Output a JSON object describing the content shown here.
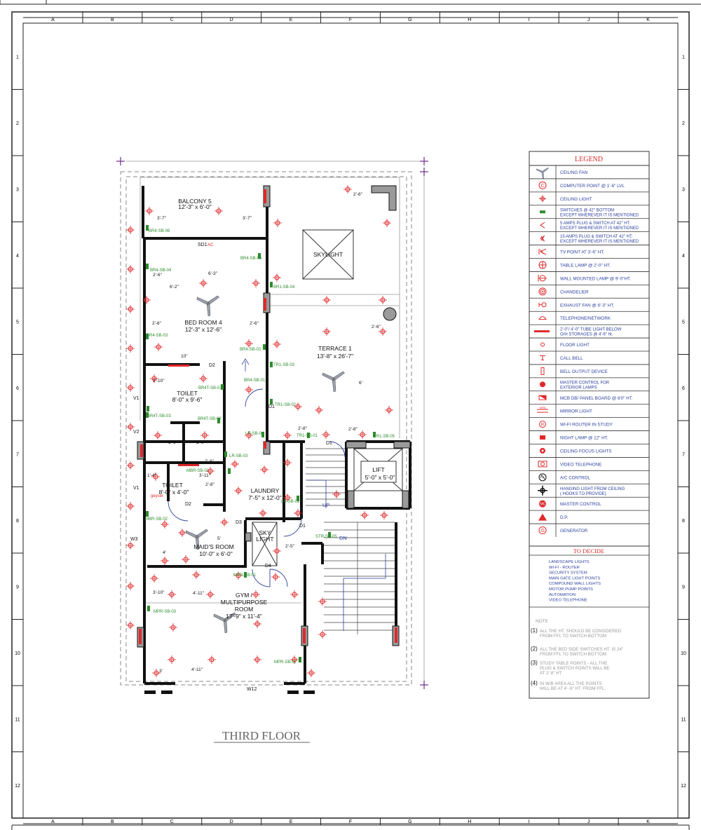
{
  "columns": [
    "A",
    "B",
    "C",
    "D",
    "E",
    "F",
    "G",
    "H",
    "I",
    "J",
    "K"
  ],
  "rows": [
    "1",
    "2",
    "3",
    "4",
    "5",
    "6",
    "7",
    "8",
    "9",
    "10",
    "11",
    "12"
  ],
  "sheet_title": "THIRD FLOOR",
  "rooms": {
    "balcony5": {
      "name": "BALCONY 5",
      "size": "12'-3\" x 6'-0\""
    },
    "skylight": {
      "name": "SKYLIGHT"
    },
    "bedroom4": {
      "name": "BED ROOM 4",
      "size": "12'-3\" x 12'-6\""
    },
    "terrace1": {
      "name": "TERRACE 1",
      "size": "13'-8\" x 26'-7\""
    },
    "toilet1": {
      "name": "TOILET",
      "size": "8'-0\" x 9'-6\""
    },
    "lift": {
      "name": "LIFT",
      "size": "5'-0\" x 5'-0\""
    },
    "toilet2": {
      "name": "TOILET",
      "size": "8'-0\" x 4'-0\""
    },
    "laundry": {
      "name": "LAUNDRY",
      "size": "7'-5\" x 12'-0\""
    },
    "maids": {
      "name": "MAID'S ROOM",
      "size": "10'-0\" x 6'-0\""
    },
    "skylight2": {
      "name1": "SKY",
      "name2": "LIGHT"
    },
    "gym": {
      "name1": "GYM /",
      "name2": "MULTIPURPOSE",
      "name3": "ROOM",
      "size": "17'-9\" x 11'-4\""
    }
  },
  "plan_labels": {
    "d2a": "D2",
    "d1a": "D1",
    "d1b": "D1",
    "d2b": "D2",
    "d3": "D3",
    "d1c": "D1",
    "d4": "D4",
    "v1a": "V1",
    "v2": "V2",
    "v1b": "V1",
    "w3": "W3",
    "w12": "W12",
    "up": "UP",
    "dn": "DN",
    "sd1": "SD1",
    "ac": "AC",
    "geyser": "geyser"
  },
  "switch_labels": [
    "BR4-SB-06",
    "BR4-SB-05",
    "BR4-SB-04",
    "BR1-SB-04",
    "BR4-SB-03",
    "BR4-SB-02",
    "TR1-SB-03",
    "BR4-SB-01",
    "TR1-SB-02",
    "BR4T-SB-01",
    "BR4T-SB-03",
    "BR4T-SB-02",
    "LR-SB-04",
    "TR1-SB-01",
    "TR1-SB-05",
    "LR-SB-03",
    "MBR-SB-01",
    "LR-SB-02",
    "MBR-SB-02",
    "STR-SB-05",
    "MPR-SB-01",
    "MPR-SB-03",
    "MPR-SB-02"
  ],
  "dimensions": [
    "3'-7\"",
    "3'-7\"",
    "2'-6\"",
    "6'-3\"",
    "6'-2\"",
    "2'-6\"",
    "2'-6\"",
    "2'-6\"",
    "2'-8\"",
    "10\"",
    "2'-10\"",
    "1'-9\"",
    "1'-9\"",
    "1'-4\"",
    "3'-11\"",
    "2'-8\"",
    "4'-11\"",
    "4'-11\"",
    "3'-10\"",
    "2'-5\"",
    "6'",
    "2'-6\"",
    "2'-8\"",
    "2'-8\"",
    "5'",
    "4'",
    "3'"
  ],
  "legend": {
    "title": "LEGEND",
    "items": [
      {
        "icon": "ceiling-fan",
        "text": "CEILING FAN"
      },
      {
        "icon": "computer-point",
        "text": "COMPUTER POINT @ 1'-6\" LVL"
      },
      {
        "icon": "ceiling-light",
        "text": "CEILING LIGHT"
      },
      {
        "icon": "switch",
        "text": "SWITCHES @ 42\" BOTTOM",
        "text2": "EXCEPT WHEREVER IT IS MENTIONED"
      },
      {
        "icon": "plug-5a",
        "text": "5 AMPS PLUG & SWITCH AT 42\" HT.",
        "text2": "EXCEPT WHEREVER IT IS MENTIONED"
      },
      {
        "icon": "plug-15a",
        "text": "15 AMPS PLUG & SWITCH AT 42\" HT.",
        "text2": "EXCEPT WHEREVER IT IS MENTIONED"
      },
      {
        "icon": "tv-point",
        "text": "TV POINT AT 3'-6\" HT."
      },
      {
        "icon": "table-lamp",
        "text": "TABLE LAMP @ 2'-0\" HT."
      },
      {
        "icon": "wall-lamp",
        "text": "WALL MOUNTED LAMP @ 9'-0\"HT."
      },
      {
        "icon": "chandelier",
        "text": "CHANDELIER"
      },
      {
        "icon": "exhaust-fan",
        "text": "EXHAUST FAN @ 6'-3\" HT."
      },
      {
        "icon": "telephone",
        "text": "TELEPHONE/NETWORK"
      },
      {
        "icon": "tube-light",
        "text": "2'-0\"/ 4'-0\" TUBE LIGHT BELOW",
        "text2": "O/H STORAGES @ 4'-6\" ht."
      },
      {
        "icon": "floor-light",
        "text": "FLOOR LIGHT"
      },
      {
        "icon": "call-bell",
        "text": "CALL BELL"
      },
      {
        "icon": "bell-output",
        "text": "BELL OUTPUT DEVICE"
      },
      {
        "icon": "master-control-exterior",
        "text": "MASTER CONTROL FOR",
        "text2": "EXTERIOR LAMPS"
      },
      {
        "icon": "mcb-db",
        "text": "MCB DB/ PANEL BOARD @ 6'0\" HT."
      },
      {
        "icon": "mirror-light",
        "text": "MIRROR LIGHT"
      },
      {
        "icon": "wifi-router",
        "text": "WI-FI ROUTER IN STUDY"
      },
      {
        "icon": "night-lamp",
        "text": "NIGHT LAMP @ 12\" HT."
      },
      {
        "icon": "focus-light",
        "text": "CEILING FOCUS LIGHTS"
      },
      {
        "icon": "video-telephone",
        "text": "VIDEO TELEPHONE"
      },
      {
        "icon": "ac-control",
        "text": "A/C CONTROL"
      },
      {
        "icon": "hanging-light",
        "text": "HANGING LIGHT FROM CEILING",
        "text2": "( HOOKS TO PROVIDE)"
      },
      {
        "icon": "master-control",
        "text": "MASTER CONTROL"
      },
      {
        "icon": "dp",
        "text": "D.P."
      },
      {
        "icon": "generator",
        "text": "GENERATOR"
      }
    ],
    "mirror_symbol": "MIRL",
    "to_decide_title": "TO DECIDE",
    "to_decide": [
      "LANDSCAPE LIGHTS",
      "WI-FI - ROUTER",
      "SECURITY SYSTEM",
      "MAIN GATE LIGHT POINTS",
      "COMPOUND WALL LIGHTS",
      "MOTOR PUMP POINTS",
      "AUTOMATION",
      "VIDEO TELEPHONE"
    ],
    "note_title": "NOTE",
    "notes": [
      {
        "num": "(1)",
        "l1": "ALL THE HT. SHOULD BE CONSIDERED",
        "l2": "FROM FFL TO SWITCH BOTTOM"
      },
      {
        "num": "(2)",
        "l1": "ALL THE BED SIDE SWITCHES HT. IS 24\"",
        "l2": "FROM FFL TO SWITCH BOTTOM"
      },
      {
        "num": "(3)",
        "l1": "STUDY TABLE POINTS - ALL THE",
        "l2": "PLUG  & SWITCH POINTS WILL BE",
        "l3": "AT 2'-8\" HT"
      },
      {
        "num": "(4)",
        "l1": "IN W/B AREA ALL THE POINTS",
        "l2": "WILL BE AT 4'- 6\" HT. FROM FFL."
      }
    ]
  },
  "colors": {
    "wall": "#111111",
    "symbol": "#e0282a",
    "label": "#2e8b2e",
    "legend_text": "#2a3f9e",
    "legend_title": "#d42a2a",
    "dashed": "#888888",
    "grey_column": "#9a9a9a"
  }
}
